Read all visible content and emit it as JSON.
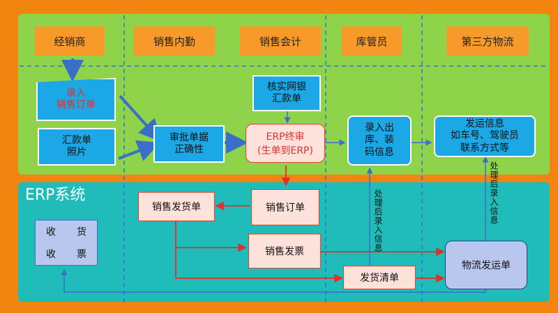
{
  "roles": {
    "dealer": "经销商",
    "sales_internal": "销售内勤",
    "sales_accountant": "销售会计",
    "warehouse_keeper": "库管员",
    "third_party_logistics": "第三方物流"
  },
  "nodes": {
    "enter_order_line1": "录入",
    "enter_order_line2": "销售订单",
    "remittance_line1": "汇款单",
    "remittance_line2": "照片",
    "verify_bank_line1": "核实网银",
    "verify_bank_line2": "汇款单",
    "review_docs_line1": "审批单据",
    "review_docs_line2": "正确性",
    "erp_final_line1": "ERP终审",
    "erp_final_line2": "(生单到ERP)",
    "enter_outbound_line1": "录入出",
    "enter_outbound_line2": "库、装",
    "enter_outbound_line3": "码信息",
    "ship_info_line1": "发运信息",
    "ship_info_line2": "如车号、驾驶员",
    "ship_info_line3": "联系方式等"
  },
  "erp": {
    "title": "ERP系统",
    "sales_delivery_note": "销售发货单",
    "sales_order": "销售订单",
    "sales_invoice": "销售发票",
    "shipping_list": "发货清单",
    "logistics_waybill": "物流发运单",
    "receive_goods_a": "收",
    "receive_goods_b": "货",
    "receive_invoice_a": "收",
    "receive_invoice_b": "票",
    "vertical_note_1": "处理后录入信息",
    "vertical_note_2": "处理后录入信息"
  },
  "colors": {
    "background": "#f2850f",
    "top_panel": "#8fd34a",
    "erp_panel": "#1fbcba",
    "role_box": "#f79a2a",
    "blue_node": "#1ca7e6",
    "doc_fill": "#fde2dc",
    "red_arrow": "#e0302b",
    "blue_arrow": "#3a6fc8"
  }
}
